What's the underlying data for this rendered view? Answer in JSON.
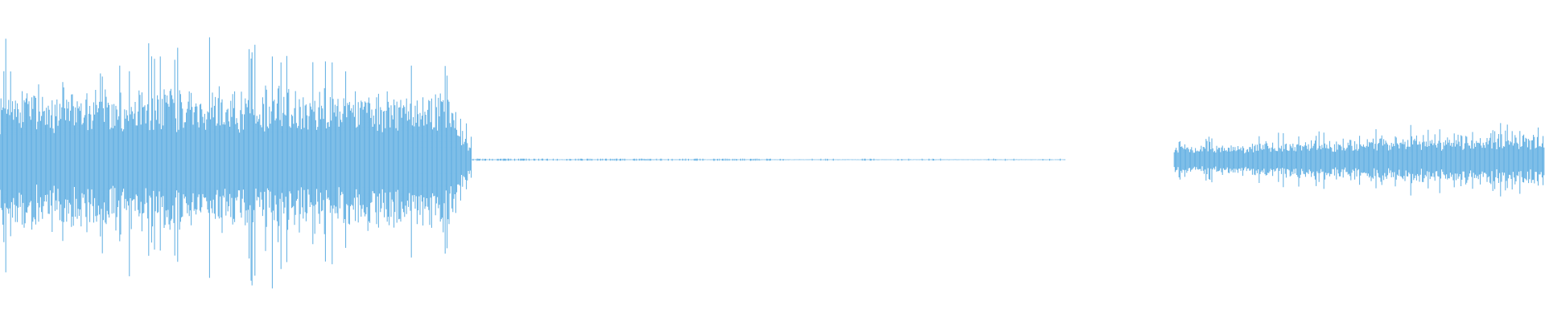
{
  "waveform": {
    "color": "#5dade2",
    "background": "#ffffff",
    "segments": [
      {
        "kind": "loud-burst",
        "from": 0.0,
        "to": 0.305,
        "level": 0.72
      },
      {
        "kind": "decay-tail",
        "from": 0.305,
        "to": 0.69,
        "level": 0.01
      },
      {
        "kind": "silence",
        "from": 0.69,
        "to": 0.76,
        "level": 0.0
      },
      {
        "kind": "moderate-noise",
        "from": 0.76,
        "to": 1.0,
        "level": 0.22
      }
    ]
  }
}
